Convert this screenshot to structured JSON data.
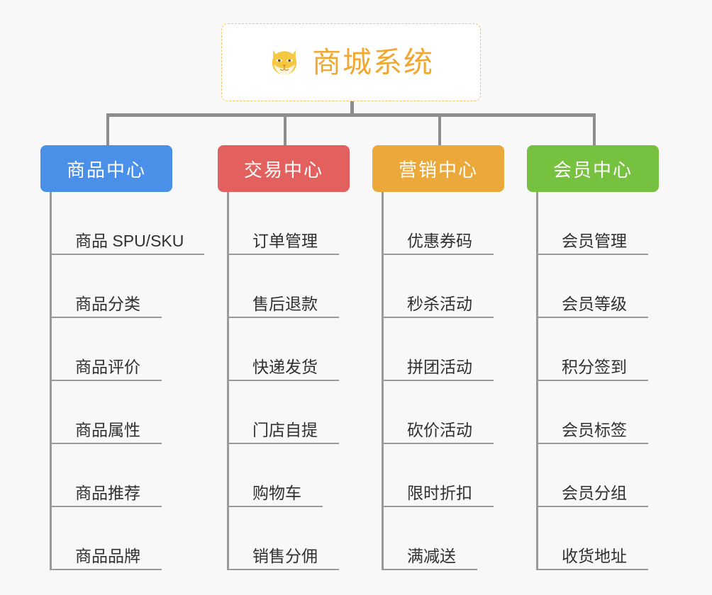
{
  "diagram": {
    "title": "商城系统",
    "root_icon": "shiba-dog-icon",
    "background_color": "#f8f8f8",
    "root": {
      "label": "商城系统",
      "border_color": "#f0c267",
      "text_color": "#f0a830",
      "fill_color": "#ffffff"
    },
    "connector_color": "#8d8d8d",
    "branches": [
      {
        "label": "商品中心",
        "color": "#4a90e8",
        "text_color": "#ffffff",
        "items": [
          "商品 SPU/SKU",
          "商品分类",
          "商品评价",
          "商品属性",
          "商品推荐",
          "商品品牌"
        ]
      },
      {
        "label": "交易中心",
        "color": "#e2615e",
        "text_color": "#ffffff",
        "items": [
          "订单管理",
          "售后退款",
          "快递发货",
          "门店自提",
          "购物车",
          "销售分佣"
        ]
      },
      {
        "label": "营销中心",
        "color": "#eaa93a",
        "text_color": "#ffffff",
        "items": [
          "优惠券码",
          "秒杀活动",
          "拼团活动",
          "砍价活动",
          "限时折扣",
          "满减送"
        ]
      },
      {
        "label": "会员中心",
        "color": "#76c140",
        "text_color": "#ffffff",
        "items": [
          "会员管理",
          "会员等级",
          "积分签到",
          "会员标签",
          "会员分组",
          "收货地址"
        ]
      }
    ]
  }
}
